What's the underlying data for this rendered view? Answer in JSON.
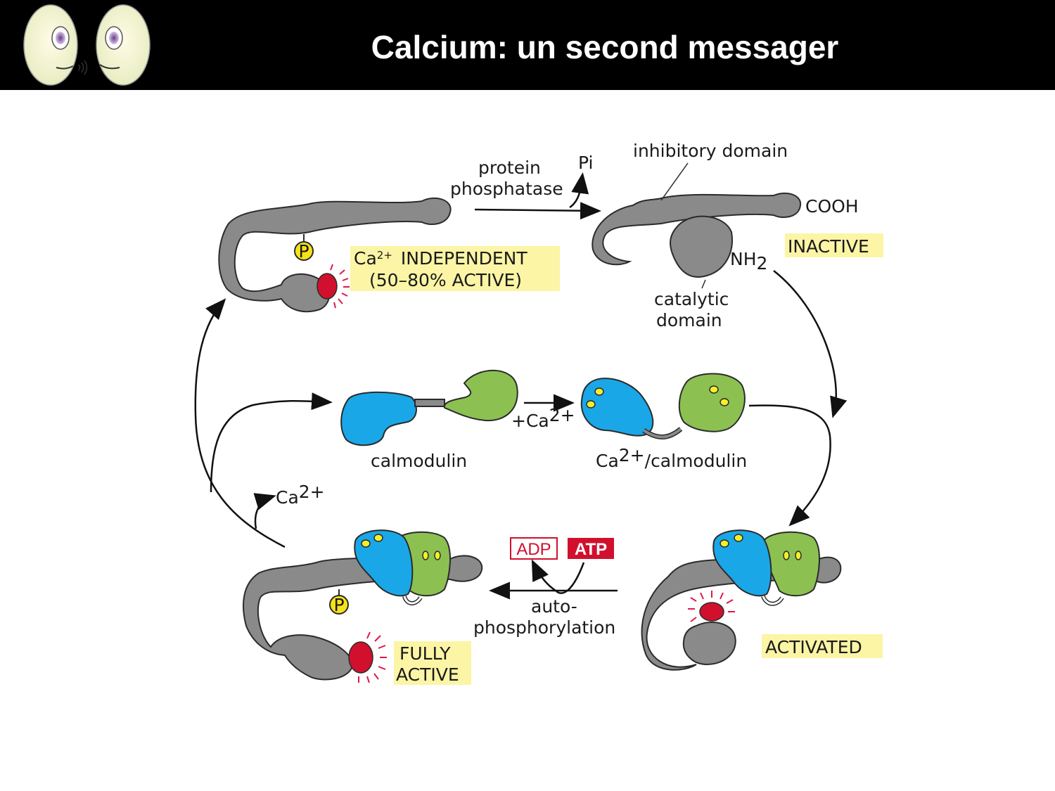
{
  "header": {
    "title": "Calcium: un second messager"
  },
  "labels": {
    "protein": "protein",
    "phosphatase": "phosphatase",
    "pi_p": "P",
    "pi_i": "i",
    "inhibitory_domain": "inhibitory domain",
    "cooh": "COOH",
    "inactive": "INACTIVE",
    "nh": "NH",
    "nh_sub": "2",
    "catalytic": "catalytic",
    "domain": "domain",
    "ca_independent_ca": "Ca",
    "ca_independent_sup": "2+",
    "ca_independent_text": "INDEPENDENT",
    "active_range": "(50–80% ACTIVE)",
    "calmodulin": "calmodulin",
    "plus_ca": "+Ca",
    "plus_ca_sup": "2+",
    "ca_calmodulin_ca": "Ca",
    "ca_calmodulin_sup": "2+",
    "ca_calmodulin_text": "/calmodulin",
    "ca_release": "Ca",
    "ca_release_sup": "2+",
    "adp": "ADP",
    "atp": "ATP",
    "auto": "auto-",
    "phosphorylation": "phosphorylation",
    "fully": "FULLY",
    "active": "ACTIVE",
    "activated": "ACTIVATED",
    "phosphate_symbol": "P"
  },
  "colors": {
    "header_bg": "#000000",
    "header_text": "#ffffff",
    "kinase_gray": "#8a8a8a",
    "calmodulin_blue": "#1aa7e8",
    "calmodulin_green": "#8cc152",
    "catalytic_red": "#d1102e",
    "calcium_yellow": "#f5ef2a",
    "label_highlight": "#fbf5a5",
    "atp_red": "#d1102e"
  }
}
